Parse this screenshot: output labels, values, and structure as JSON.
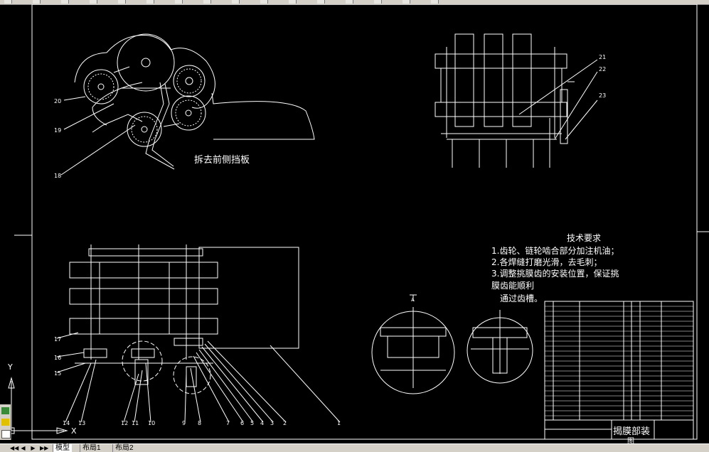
{
  "toolbar": {
    "icons": [
      "new-icon",
      "open-icon",
      "save-icon",
      "print-icon",
      "cut-icon",
      "copy-icon",
      "paste-icon",
      "undo-icon",
      "redo-icon",
      "pan-icon",
      "zoom-icon",
      "properties-icon",
      "layer-icon",
      "color-icon",
      "linetype-icon",
      "lineweight-icon"
    ]
  },
  "drawing": {
    "side_view_caption": "拆去前侧挡板",
    "side_view_leaders": [
      "20",
      "19",
      "18"
    ],
    "front_view_leaders": [
      "21",
      "22",
      "23"
    ],
    "plan_view_leaders": [
      "17",
      "16",
      "15",
      "14",
      "13",
      "12",
      "11",
      "10",
      "9",
      "8",
      "7",
      "6",
      "5",
      "4",
      "3",
      "2",
      "1"
    ],
    "detail_label": "A",
    "tech": {
      "title": "技术要求",
      "lines": [
        "1.齿轮、链轮啮合部分加注机油；",
        "2.各焊缝打磨光滑，去毛刺；",
        "3.调整挑膜齿的安装位置，保证挑",
        "膜齿能顺利",
        "　通过齿槽。"
      ]
    },
    "title_block": {
      "name": "揭膜部装",
      "sub": "图"
    },
    "ucs": {
      "y": "Y",
      "x": "X"
    }
  },
  "layouts": {
    "tabs": [
      "模型",
      "布局1",
      "布局2"
    ],
    "active": 0,
    "nav": [
      "◀◀",
      "◀",
      "▶",
      "▶▶"
    ]
  },
  "colors": {
    "background": "#000000",
    "line": "#ffffff",
    "ui": "#d4d0c8",
    "palette_green": "#3a8a3a",
    "palette_yellow": "#e0c000"
  }
}
